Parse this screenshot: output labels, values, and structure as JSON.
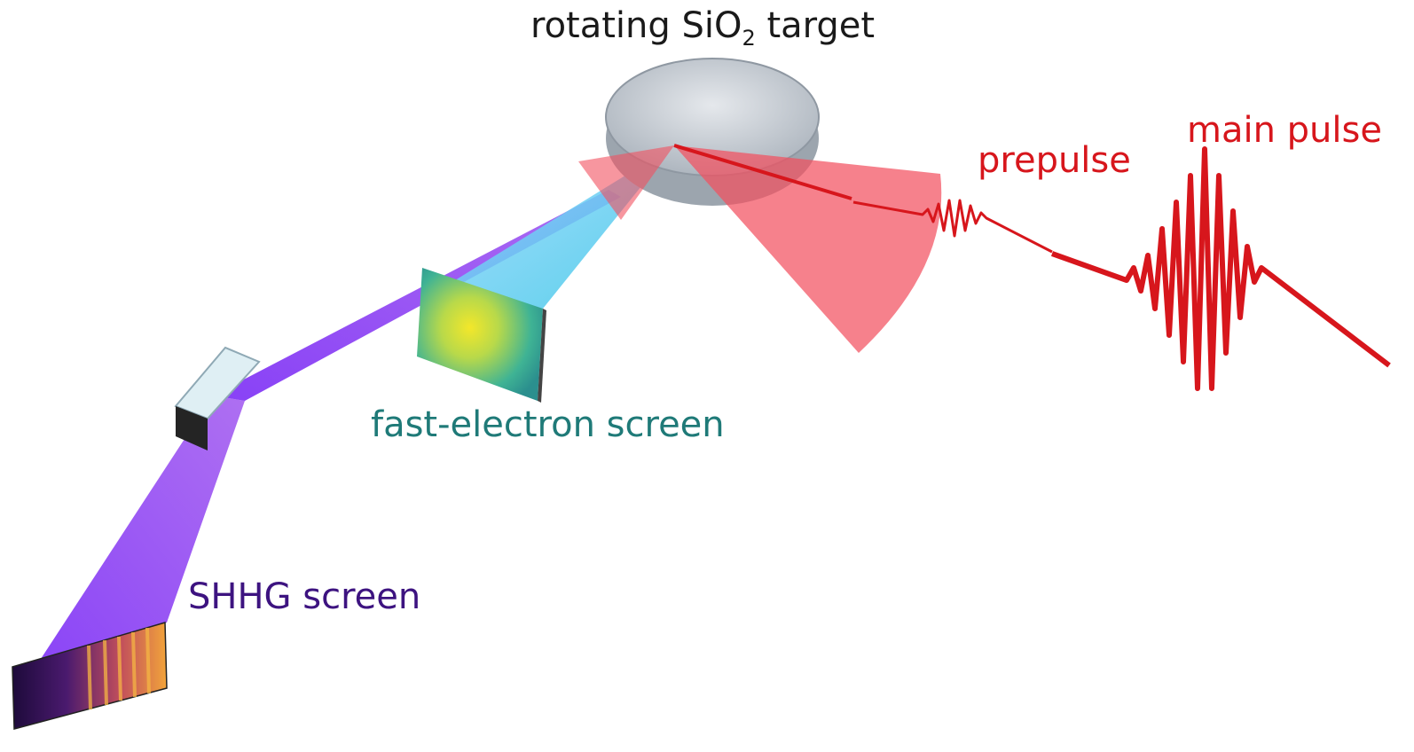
{
  "labels": {
    "target_prefix": "rotating SiO",
    "target_subscript": "2",
    "target_suffix": " target",
    "main_pulse": "main pulse",
    "prepulse": "prepulse",
    "fast_electron_screen": "fast-electron screen",
    "shhg_screen": "SHHG screen"
  },
  "colors": {
    "laser_red": "#d7161c",
    "cone_pink": "#f2505f",
    "beam_violet": "#8a2cf0",
    "electron_cyan": "#5fd4f4",
    "target_grey": "#b5bcc4",
    "screen_teal": "#1f7a78",
    "shhg_purple": "#3d1380"
  }
}
